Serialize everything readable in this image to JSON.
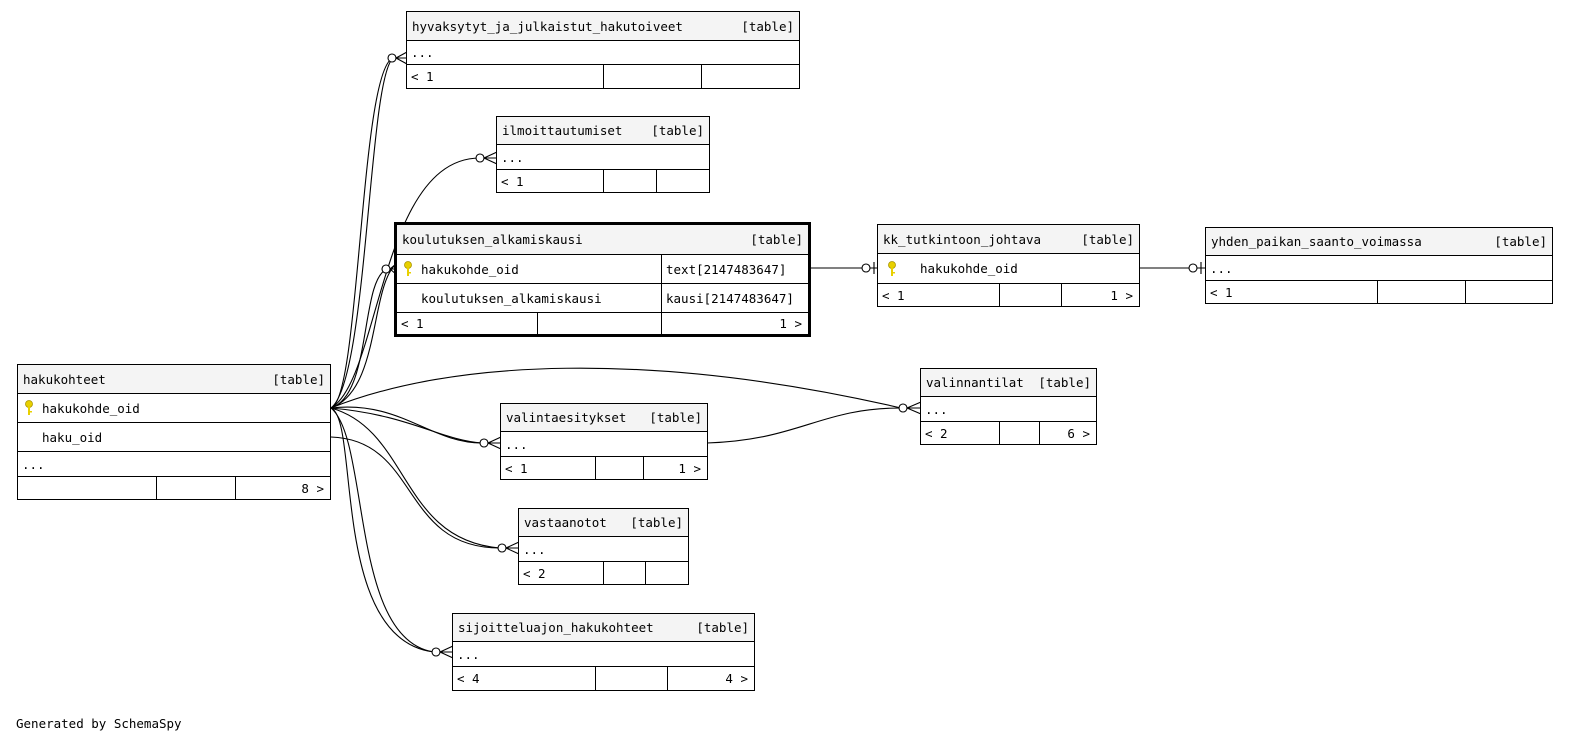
{
  "diagram": {
    "kind_label": "[table]",
    "footer": "Generated by SchemaSpy",
    "tables": {
      "hyvaksytyt": {
        "name": "hyvaksytyt_ja_julkaistut_hakutoiveet",
        "ellipsis": "...",
        "parents": "< 1",
        "children": ""
      },
      "ilmoittautumiset": {
        "name": "ilmoittautumiset",
        "ellipsis": "...",
        "parents": "< 1",
        "children": ""
      },
      "koulutuksen": {
        "name": "koulutuksen_alkamiskausi",
        "columns": [
          {
            "name": "hakukohde_oid",
            "type": "text[2147483647]",
            "key": true
          },
          {
            "name": "koulutuksen_alkamiskausi",
            "type": "kausi[2147483647]",
            "key": false
          }
        ],
        "parents": "< 1",
        "children": "1 >"
      },
      "kk": {
        "name": "kk_tutkintoon_johtava",
        "columns": [
          {
            "name": "hakukohde_oid",
            "key": true
          }
        ],
        "parents": "< 1",
        "children": "1 >"
      },
      "yhden": {
        "name": "yhden_paikan_saanto_voimassa",
        "ellipsis": "...",
        "parents": "< 1",
        "children": ""
      },
      "hakukohteet": {
        "name": "hakukohteet",
        "columns": [
          {
            "name": "hakukohde_oid",
            "key": true
          },
          {
            "name": "haku_oid",
            "key": false
          }
        ],
        "ellipsis": "...",
        "parents": "",
        "children": "8 >"
      },
      "valinnantilat": {
        "name": "valinnantilat",
        "ellipsis": "...",
        "parents": "< 2",
        "children": "6 >"
      },
      "valintaesitykset": {
        "name": "valintaesitykset",
        "ellipsis": "...",
        "parents": "< 1",
        "children": "1 >"
      },
      "vastaanotot": {
        "name": "vastaanotot",
        "ellipsis": "...",
        "parents": "< 2",
        "children": ""
      },
      "sijoitteluajon": {
        "name": "sijoitteluajon_hakukohteet",
        "ellipsis": "...",
        "parents": "< 4",
        "children": "4 >"
      }
    },
    "colors": {
      "line": "#000000",
      "header_bg": "#f4f4f4",
      "key": "#e8d000"
    }
  }
}
